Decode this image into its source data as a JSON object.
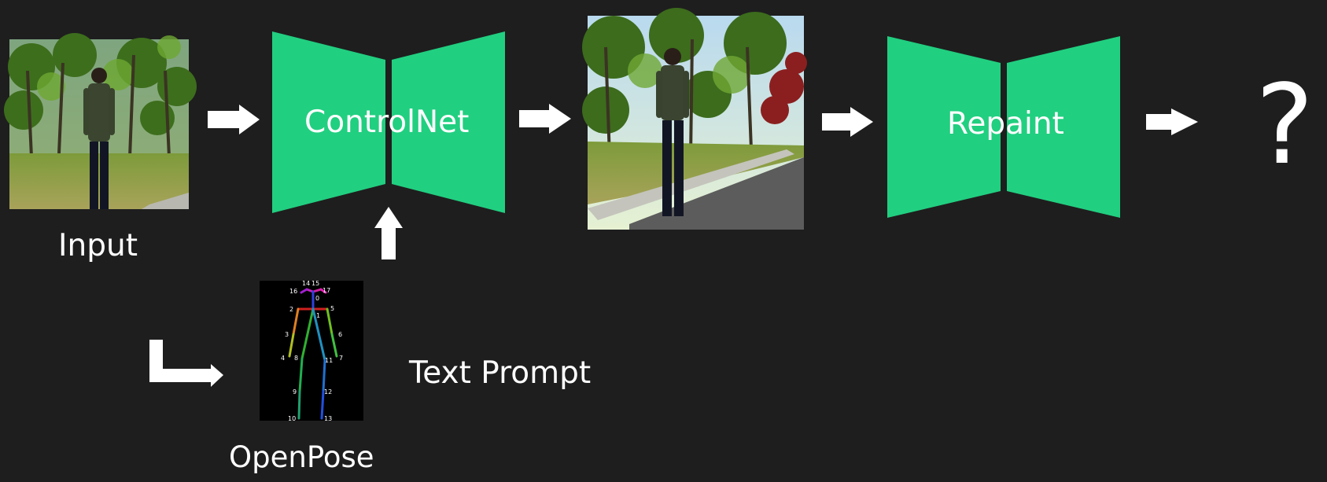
{
  "labels": {
    "input": "Input",
    "controlnet": "ControlNet",
    "repaint": "Repaint",
    "openpose": "OpenPose",
    "text_prompt": "Text Prompt",
    "question": "?"
  },
  "openpose_keypoints": [
    "14",
    "15",
    "16",
    "17",
    "0",
    "2",
    "1",
    "5",
    "3",
    "6",
    "4",
    "8",
    "11",
    "7",
    "9",
    "12",
    "10",
    "13"
  ],
  "colors": {
    "background": "#1e1e1e",
    "block_green": "#21cf80",
    "arrow": "#ffffff",
    "label": "#ffffff"
  }
}
